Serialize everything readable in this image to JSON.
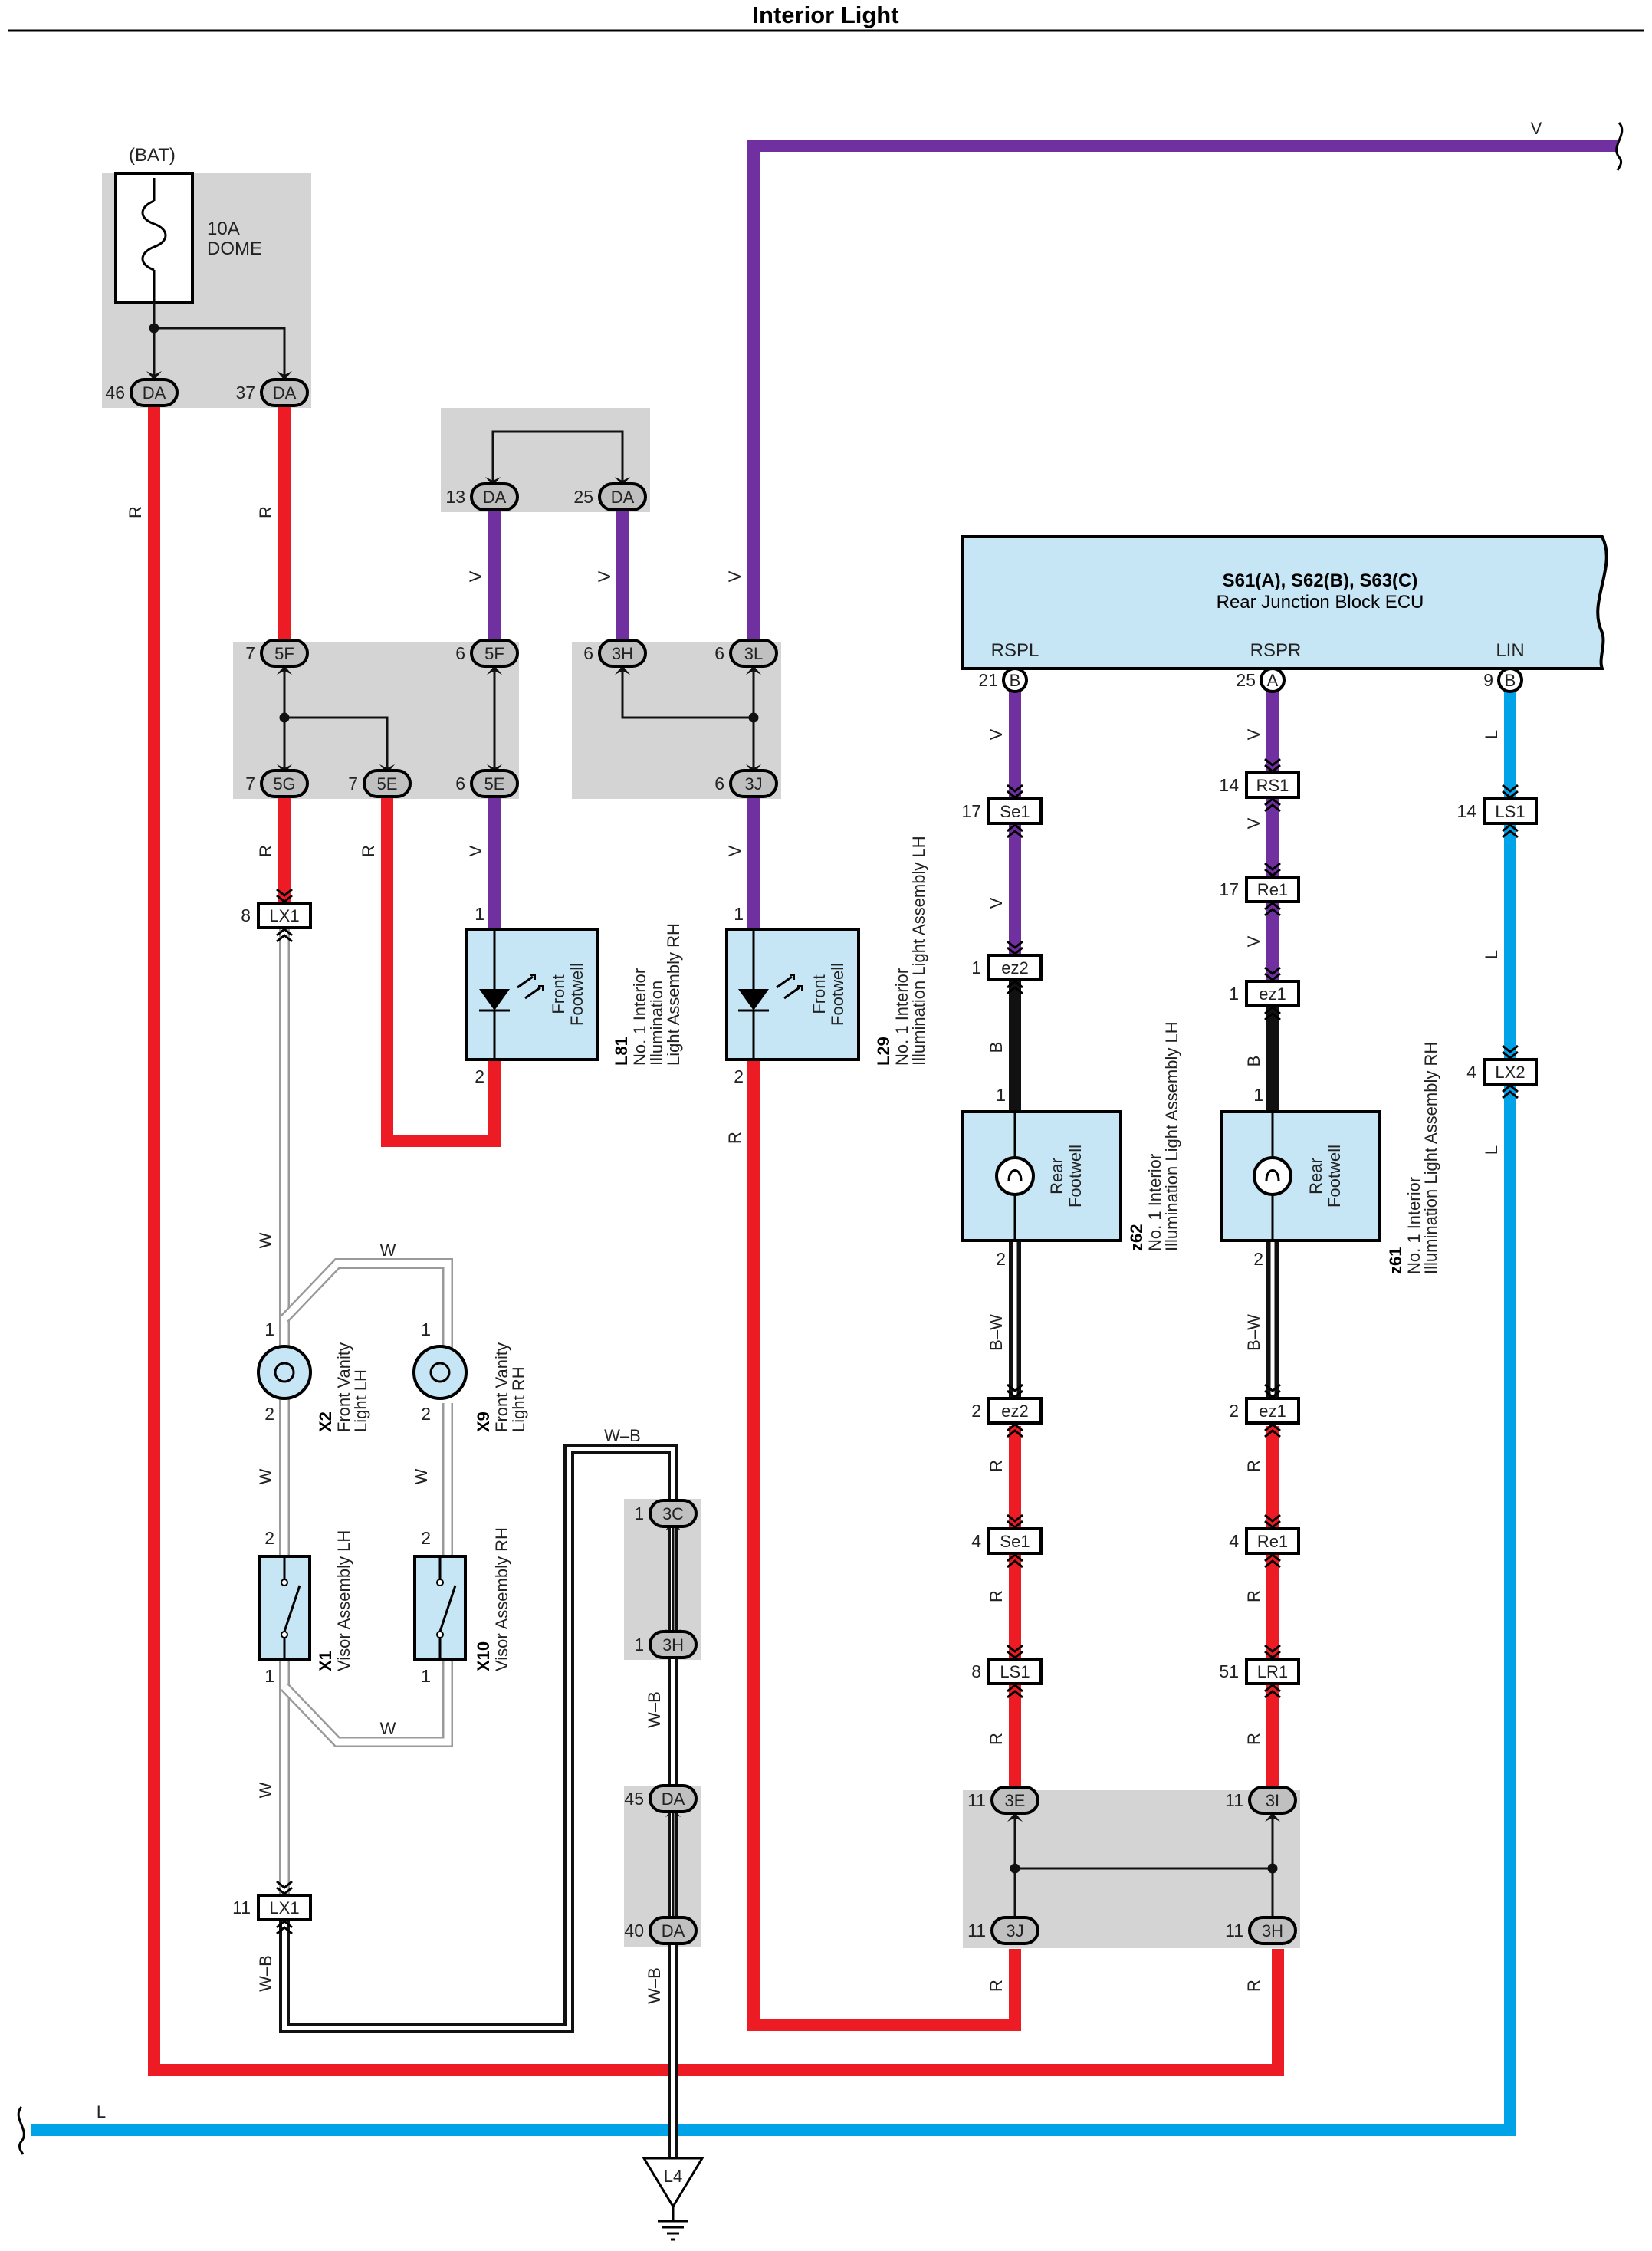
{
  "title": "Interior Light",
  "colors": {
    "red": "#ed1c24",
    "violet": "#7030a0",
    "blue": "#00a2e8",
    "black": "#111111",
    "white_wire": "#ffffff",
    "box_gray": "#d4d4d4",
    "component_fill": "#c7e6f5"
  },
  "fuse": {
    "source": "(BAT)",
    "rating": "10A",
    "name": "DOME"
  },
  "ecu": {
    "title": "S61(A), S62(B), S63(C)",
    "name": "Rear Junction Block ECU",
    "terminals": [
      "RSPL",
      "RSPR",
      "LIN"
    ]
  },
  "wire_labels": {
    "R": "R",
    "V": "V",
    "W": "W",
    "WB": "W–B",
    "B": "B",
    "BW": "B–W",
    "L": "L"
  },
  "oval_connectors": [
    {
      "pin": "46",
      "code": "DA"
    },
    {
      "pin": "37",
      "code": "DA"
    },
    {
      "pin": "13",
      "code": "DA"
    },
    {
      "pin": "25",
      "code": "DA"
    },
    {
      "pin": "7",
      "code": "5F"
    },
    {
      "pin": "6",
      "code": "5F"
    },
    {
      "pin": "6",
      "code": "3H"
    },
    {
      "pin": "6",
      "code": "3L"
    },
    {
      "pin": "7",
      "code": "5G"
    },
    {
      "pin": "7",
      "code": "5E"
    },
    {
      "pin": "6",
      "code": "5E"
    },
    {
      "pin": "6",
      "code": "3J"
    },
    {
      "pin": "21",
      "code": "B"
    },
    {
      "pin": "25",
      "code": "A"
    },
    {
      "pin": "9",
      "code": "B"
    },
    {
      "pin": "1",
      "code": "3C"
    },
    {
      "pin": "1",
      "code": "3H"
    },
    {
      "pin": "45",
      "code": "DA"
    },
    {
      "pin": "40",
      "code": "DA"
    },
    {
      "pin": "11",
      "code": "3E"
    },
    {
      "pin": "11",
      "code": "3I"
    },
    {
      "pin": "11",
      "code": "3J"
    },
    {
      "pin": "11",
      "code": "3H"
    }
  ],
  "rect_connectors": [
    {
      "pin": "8",
      "code": "LX1"
    },
    {
      "pin": "11",
      "code": "LX1"
    },
    {
      "pin": "17",
      "code": "Se1"
    },
    {
      "pin": "14",
      "code": "RS1"
    },
    {
      "pin": "14",
      "code": "LS1"
    },
    {
      "pin": "17",
      "code": "Re1"
    },
    {
      "pin": "1",
      "code": "ez2"
    },
    {
      "pin": "1",
      "code": "ez1"
    },
    {
      "pin": "4",
      "code": "LX2"
    },
    {
      "pin": "2",
      "code": "ez2"
    },
    {
      "pin": "2",
      "code": "ez1"
    },
    {
      "pin": "4",
      "code": "Se1"
    },
    {
      "pin": "4",
      "code": "Re1"
    },
    {
      "pin": "8",
      "code": "LS1"
    },
    {
      "pin": "51",
      "code": "LR1"
    }
  ],
  "components": [
    {
      "id": "L81",
      "inner": [
        "Front",
        "Footwell"
      ],
      "desc": [
        "No. 1 Interior",
        "Illumination",
        "Light Assembly RH"
      ],
      "pins": [
        "1",
        "2"
      ]
    },
    {
      "id": "L29",
      "inner": [
        "Front",
        "Footwell"
      ],
      "desc": [
        "No. 1 Interior",
        "Illumination Light Assembly LH"
      ],
      "pins": [
        "1",
        "2"
      ]
    },
    {
      "id": "z62",
      "inner": [
        "Rear",
        "Footwell"
      ],
      "desc": [
        "No. 1 Interior",
        "Illumination Light Assembly LH"
      ],
      "pins": [
        "1",
        "2"
      ]
    },
    {
      "id": "z61",
      "inner": [
        "Rear",
        "Footwell"
      ],
      "desc": [
        "No. 1 Interior",
        "Illumination Light Assembly RH"
      ],
      "pins": [
        "1",
        "2"
      ]
    },
    {
      "id": "X2",
      "desc": [
        "Front Vanity",
        "Light LH"
      ],
      "pins": [
        "1",
        "2"
      ]
    },
    {
      "id": "X9",
      "desc": [
        "Front Vanity",
        "Light RH"
      ],
      "pins": [
        "1",
        "2"
      ]
    },
    {
      "id": "X1",
      "desc": [
        "Visor Assembly LH"
      ],
      "pins": [
        "2",
        "1"
      ]
    },
    {
      "id": "X10",
      "desc": [
        "Visor Assembly RH"
      ],
      "pins": [
        "2",
        "1"
      ]
    }
  ],
  "ground": {
    "code": "L4"
  }
}
